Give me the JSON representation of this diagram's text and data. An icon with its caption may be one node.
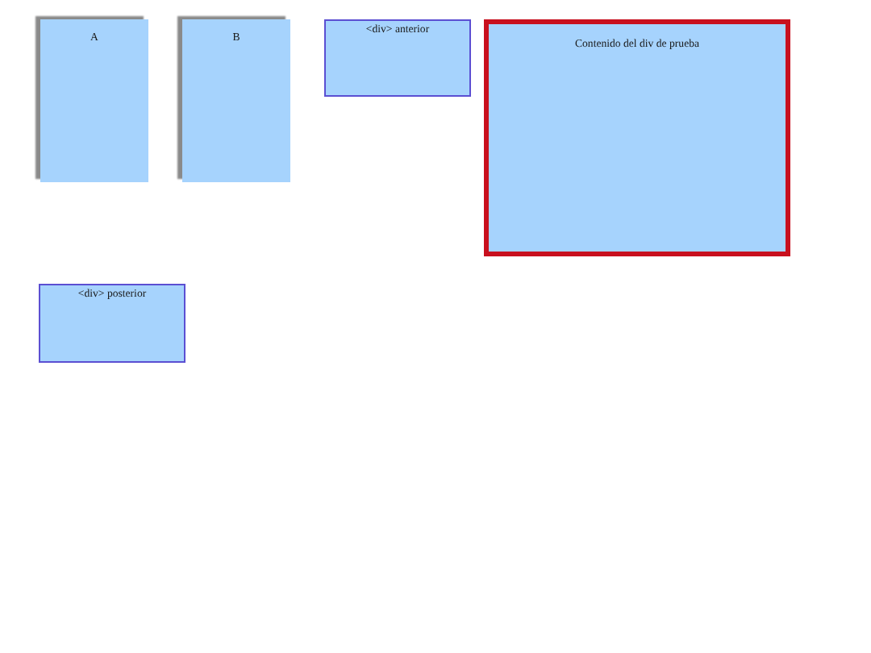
{
  "diagram": {
    "nodes": [
      {
        "text": [
          "A"
        ]
      },
      {
        "text": [
          "B"
        ]
      },
      {
        "text": [
          "<div> anterior"
        ]
      },
      {
        "text": [
          "Contenido del div de prueba"
        ]
      },
      {
        "text": [
          "<div> posterior"
        ]
      }
    ]
  }
}
